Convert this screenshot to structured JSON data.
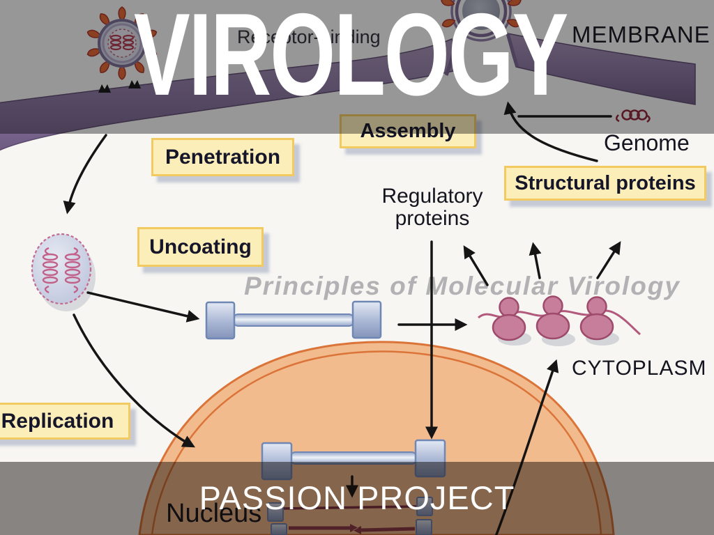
{
  "slide": {
    "title": "VIROLOGY",
    "subtitle": "PASSION PROJECT"
  },
  "diagram": {
    "watermark": "Principles of Molecular Virology",
    "boxes": {
      "assembly": "Assembly",
      "penetration": "Penetration",
      "structural_proteins": "Structural proteins",
      "uncoating": "Uncoating",
      "replication": "Replication"
    },
    "labels": {
      "membrane": "MEMBRANE",
      "genome": "Genome",
      "regulatory_proteins": "Regulatory proteins",
      "cytoplasm": "CYTOPLASM",
      "nucleus": "Nucleus",
      "receptor_binding": "Receptor-binding"
    },
    "colors": {
      "membrane_purple": "#8a75a0",
      "nucleus_fill": "#f2bb8e",
      "nucleus_border": "#db7438",
      "label_box_fill": "#fceeb8",
      "label_box_border": "#f2ca60",
      "ribosome_pink": "#c77e9b",
      "dumbbell_blue": "#a9b6d4",
      "spike_orange": "#e2662f",
      "overlay_top": "rgba(10,10,12,0.40)",
      "overlay_bottom": "rgba(15,8,4,0.48)"
    }
  }
}
